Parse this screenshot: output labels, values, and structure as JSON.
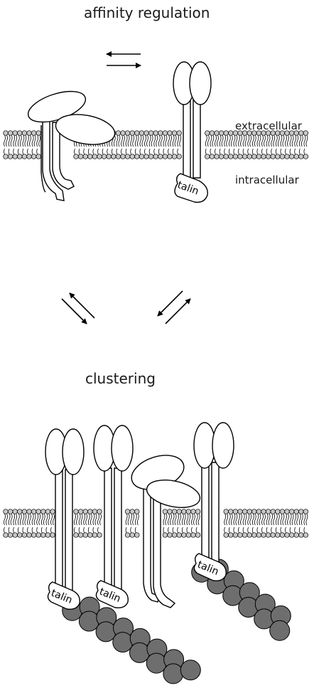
{
  "top_section": {
    "title": "affinity regulation",
    "extracellular_label": "extracellular",
    "intracellular_label": "intracellular",
    "talin_label": "talin"
  },
  "bottom_section": {
    "title": "clustering",
    "talin_label": "talin"
  },
  "colors": {
    "line": "#000000",
    "lipid_head": "#c8c8c8",
    "actin": "#6e6e6e",
    "background": "#ffffff"
  }
}
